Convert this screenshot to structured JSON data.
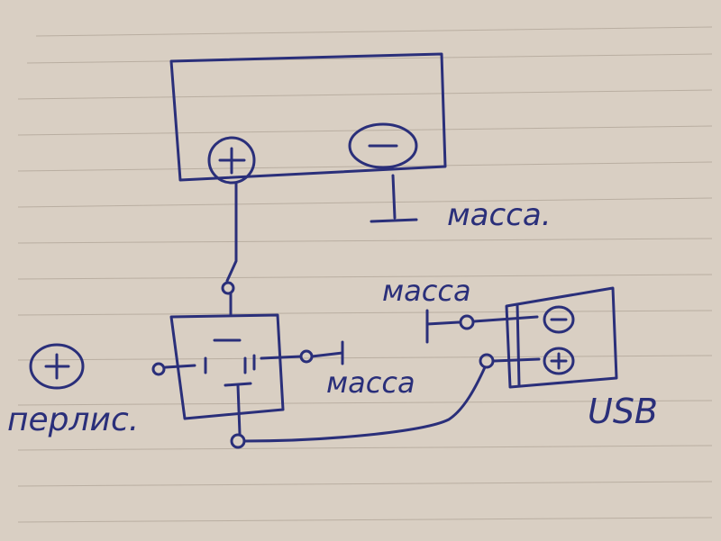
{
  "labels": {
    "mass_top": "масса.",
    "mass_mid_top": "масса",
    "mass_mid": "масса",
    "plus_label": "+",
    "minus_label": "−",
    "usb_plus": "+",
    "usb_minus": "−",
    "left_plus": "+",
    "left_word": "перлис.",
    "usb": "USB"
  },
  "colors": {
    "ink": "#2a2f7a",
    "paper": "#d9cfc3"
  }
}
